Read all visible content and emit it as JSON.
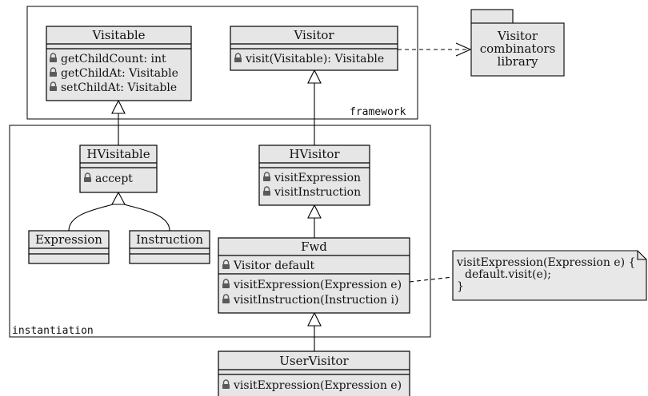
{
  "frames": {
    "framework": "framework",
    "instantiation": "instantiation"
  },
  "package": {
    "lines": [
      "Visitor",
      "combinators",
      "library"
    ]
  },
  "classes": {
    "visitable": {
      "name": "Visitable",
      "members": [
        "getChildCount: int",
        "getChildAt: Visitable",
        "setChildAt: Visitable"
      ]
    },
    "visitor": {
      "name": "Visitor",
      "members": [
        "visit(Visitable): Visitable"
      ]
    },
    "hvisitable": {
      "name": "HVisitable",
      "members": [
        "accept"
      ]
    },
    "hvisitor": {
      "name": "HVisitor",
      "members": [
        "visitExpression",
        "visitInstruction"
      ]
    },
    "expression": {
      "name": "Expression"
    },
    "instruction": {
      "name": "Instruction"
    },
    "fwd": {
      "name": "Fwd",
      "fields": [
        "Visitor default"
      ],
      "methods": [
        "visitExpression(Expression e)",
        "visitInstruction(Instruction i)"
      ]
    },
    "uservisitor": {
      "name": "UserVisitor",
      "members": [
        "visitExpression(Expression e)"
      ]
    }
  },
  "note": {
    "lines": [
      "visitExpression(Expression e) {",
      "default.visit(e);",
      "}"
    ]
  },
  "style": {
    "class_fill": "#e6e6e6",
    "note_fill": "#e8e8e8",
    "lock_color": "#5a5a5a",
    "line_color": "#000000"
  }
}
